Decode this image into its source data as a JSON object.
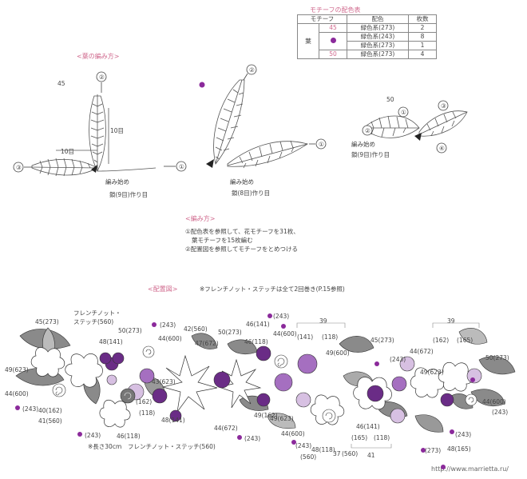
{
  "table": {
    "title": "モチーフの配色表",
    "headers": [
      "モチーフ",
      "配色",
      "枚数"
    ],
    "type_label": "葉",
    "rows": [
      {
        "motif": "45",
        "color": "緑色系(273)",
        "count": "2"
      },
      {
        "motif": "",
        "color": "緑色系(243)",
        "count": "8"
      },
      {
        "motif": "",
        "color": "緑色系(273)",
        "count": "1"
      },
      {
        "motif": "50",
        "color": "緑色系(273)",
        "count": "4"
      }
    ]
  },
  "leaf_diagram": {
    "title": "<葉の編み方>",
    "motif_45": "45",
    "motif_50": "50",
    "rows_10": "10目",
    "start_label": "編み始め",
    "chain_label": "鎖(9目)作り目",
    "chain_label_8": "鎖(8目)作り目",
    "circle_1": "①",
    "circle_2": "②",
    "circle_3": "③",
    "circle_4": "④"
  },
  "instructions": {
    "title": "<編み方>",
    "line1": "①配色表を参照して、花モチーフを31枚、",
    "line2": "葉モチーフを15枚編む",
    "line3": "②配置図を参照してモチーフをとめつける"
  },
  "layout_diagram": {
    "title": "<配置図>",
    "note": "※フレンチノット・ステッチは全て2回巻き(P.15参照)",
    "french_knot_top": "フレンチノット・ステッチ(560)",
    "french_knot_bottom": "フレンチノット・ステッチ(560)",
    "length_note": "※長さ30cm",
    "watermark": "http://www.marrietta.ru/"
  },
  "labels": [
    "45(273)",
    "50(273)",
    "48(141)",
    "(243)",
    "44(600)",
    "42(560)",
    "47(672)",
    "50(273)",
    "46(118)",
    "46(141)",
    "44(600)",
    "(243)",
    "39",
    "(141)",
    "(118)",
    "49(600)",
    "45(273)",
    "44(672)",
    "(243)",
    "39",
    "(162)",
    "(165)",
    "50(273)",
    "49(623)",
    "49(623)",
    "44(600)",
    "(243)",
    "40(162)",
    "41(560)",
    "(243)",
    "46(118)",
    "(162)",
    "(118)",
    "43(623)",
    "48(141)",
    "44(672)",
    "(243)",
    "49(162)",
    "49(623)",
    "44(600)",
    "46(141)",
    "(165)",
    "(118)",
    "41",
    "(243)",
    "48(165)",
    "44(600)",
    "(243)",
    "(243)",
    "37",
    "(560)",
    "48(118)",
    "(560)",
    "(273)"
  ],
  "colors": {
    "accent_pink": "#d06a8e",
    "purple_dark": "#6a2c86",
    "purple_mid": "#a56fc0",
    "purple_light": "#d7c0e2",
    "leaf_gray": "#777777"
  }
}
